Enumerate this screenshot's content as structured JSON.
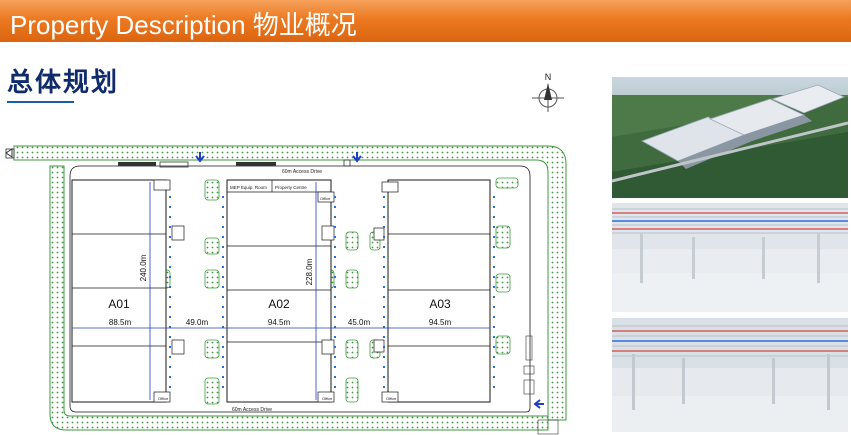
{
  "header": {
    "title": "Property Description 物业概况",
    "accent_color": "#ec7a22"
  },
  "section": {
    "title": "总体规划",
    "title_color": "#0f2b6b"
  },
  "site_plan": {
    "compass_label": "N",
    "road_label_top": "60m Access Drive",
    "road_label_bottom": "60m Access Drive",
    "mep_room_label": "MEP Equip. Room",
    "property_centre_label": "Property Centre",
    "office_label": "Office",
    "buildings": [
      {
        "name": "A01",
        "width_label": "88.5m",
        "depth_label": "240.0m"
      },
      {
        "name": "A02",
        "width_label": "94.5m",
        "depth_label": "228.0m"
      },
      {
        "name": "A03",
        "width_label": "94.5m"
      }
    ],
    "gap_labels": [
      "49.0m",
      "45.0m"
    ],
    "line_color": "#1a1a1a",
    "green_color": "#3c9a3c",
    "dimension_color": "#1f3fbf"
  },
  "photos": [
    {
      "name": "aerial-rendering",
      "alt": "Aerial rendering of warehouse park"
    },
    {
      "name": "interior-rendering-1",
      "alt": "Warehouse interior rendering"
    },
    {
      "name": "interior-rendering-2",
      "alt": "Warehouse interior rendering"
    }
  ]
}
